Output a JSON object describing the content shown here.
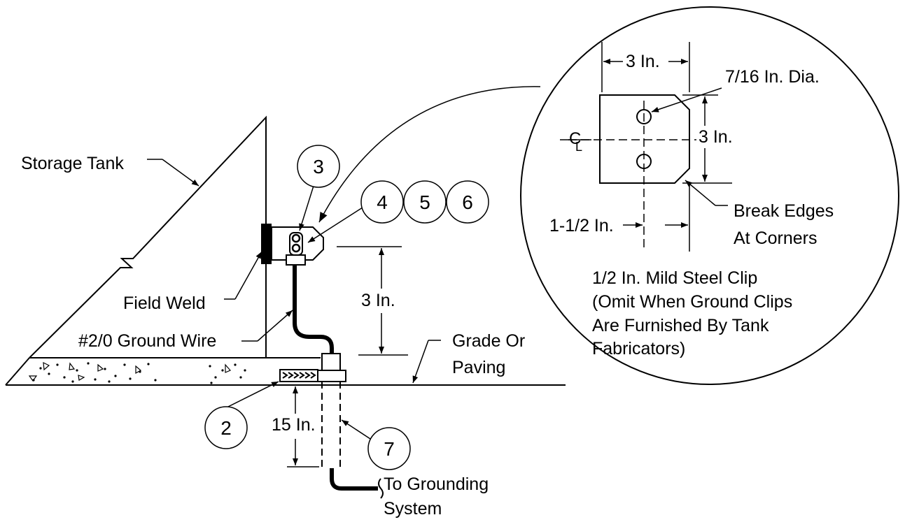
{
  "labels": {
    "storage_tank": "Storage Tank",
    "field_weld": "Field Weld",
    "ground_wire": "#2/0 Ground Wire",
    "grade_line1": "Grade Or",
    "grade_line2": "Paving",
    "height_dim": "3 In.",
    "depth_dim": "15 In.",
    "to_grounding_line1": "To Grounding",
    "to_grounding_line2": "System"
  },
  "callouts": {
    "c2": "2",
    "c3": "3",
    "c4": "4",
    "c5": "5",
    "c6": "6",
    "c7": "7"
  },
  "detail": {
    "width_dim": "3 In.",
    "hole_dia": "7/16 In. Dia.",
    "height_dim": "3 In.",
    "centerline": "C",
    "centerline_sub": "L",
    "offset_dim": "1-1/2 In.",
    "break_edges_line1": "Break Edges",
    "break_edges_line2": "At Corners",
    "note_line1": "1/2 In. Mild Steel Clip",
    "note_line2": "(Omit When Ground Clips",
    "note_line3": "Are Furnished By Tank",
    "note_line4": "Fabricators)"
  }
}
